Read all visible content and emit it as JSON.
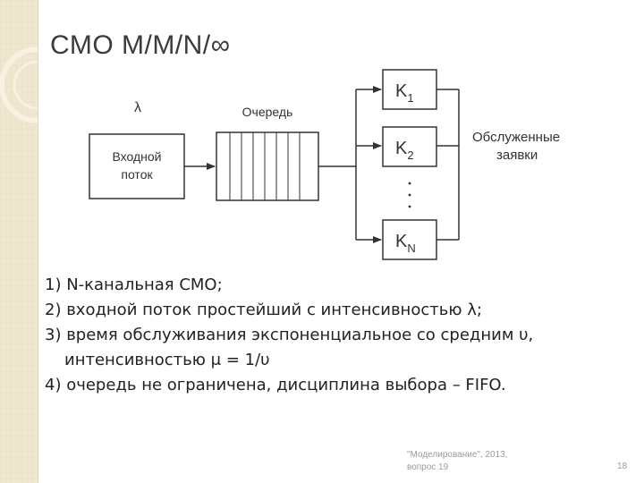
{
  "slide": {
    "title": "СМО M/M/N/∞",
    "diagram": {
      "lambda_label": "λ",
      "queue_label": "Очередь",
      "input_line1": "Входной",
      "input_line2": "поток",
      "channels": [
        {
          "main": "K",
          "sub": "1"
        },
        {
          "main": "K",
          "sub": "2"
        },
        {
          "main": "K",
          "sub": "N"
        }
      ],
      "output_line1": "Обслуженные",
      "output_line2": "заявки"
    },
    "items": [
      "1) N-канальная СМО;",
      "2) входной поток простейший с интенсивностью λ;",
      "3) время обслуживания экспоненциальное со средним υ,",
      "интенсивностью μ =  1/υ",
      "4) очередь не ограничена, дисциплина выбора – FIFO."
    ],
    "footer_line1": "\"Моделирование\", 2013,",
    "footer_line2": "вопрос 19",
    "page_number": "18"
  }
}
